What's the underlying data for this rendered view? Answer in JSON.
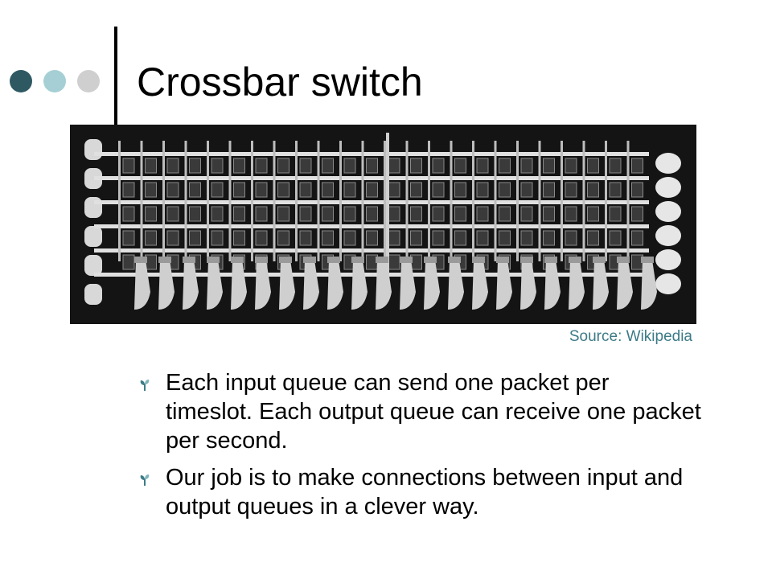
{
  "slide": {
    "title": "Crossbar switch",
    "image_caption": "Source: Wikipedia",
    "bullets": [
      "Each input queue can send one packet per timeslot. Each output queue can receive one packet per second.",
      "Our job is to make connections between input and output queues in a clever way."
    ]
  },
  "icons": {
    "decoration": "dots-decoration-icon",
    "bullet": "sprout-bullet-icon"
  },
  "colors": {
    "accent_dark": "#2f5962",
    "accent_light": "#a6cfd5",
    "accent_gray": "#cfcfcf",
    "caption": "#3c7b87"
  }
}
